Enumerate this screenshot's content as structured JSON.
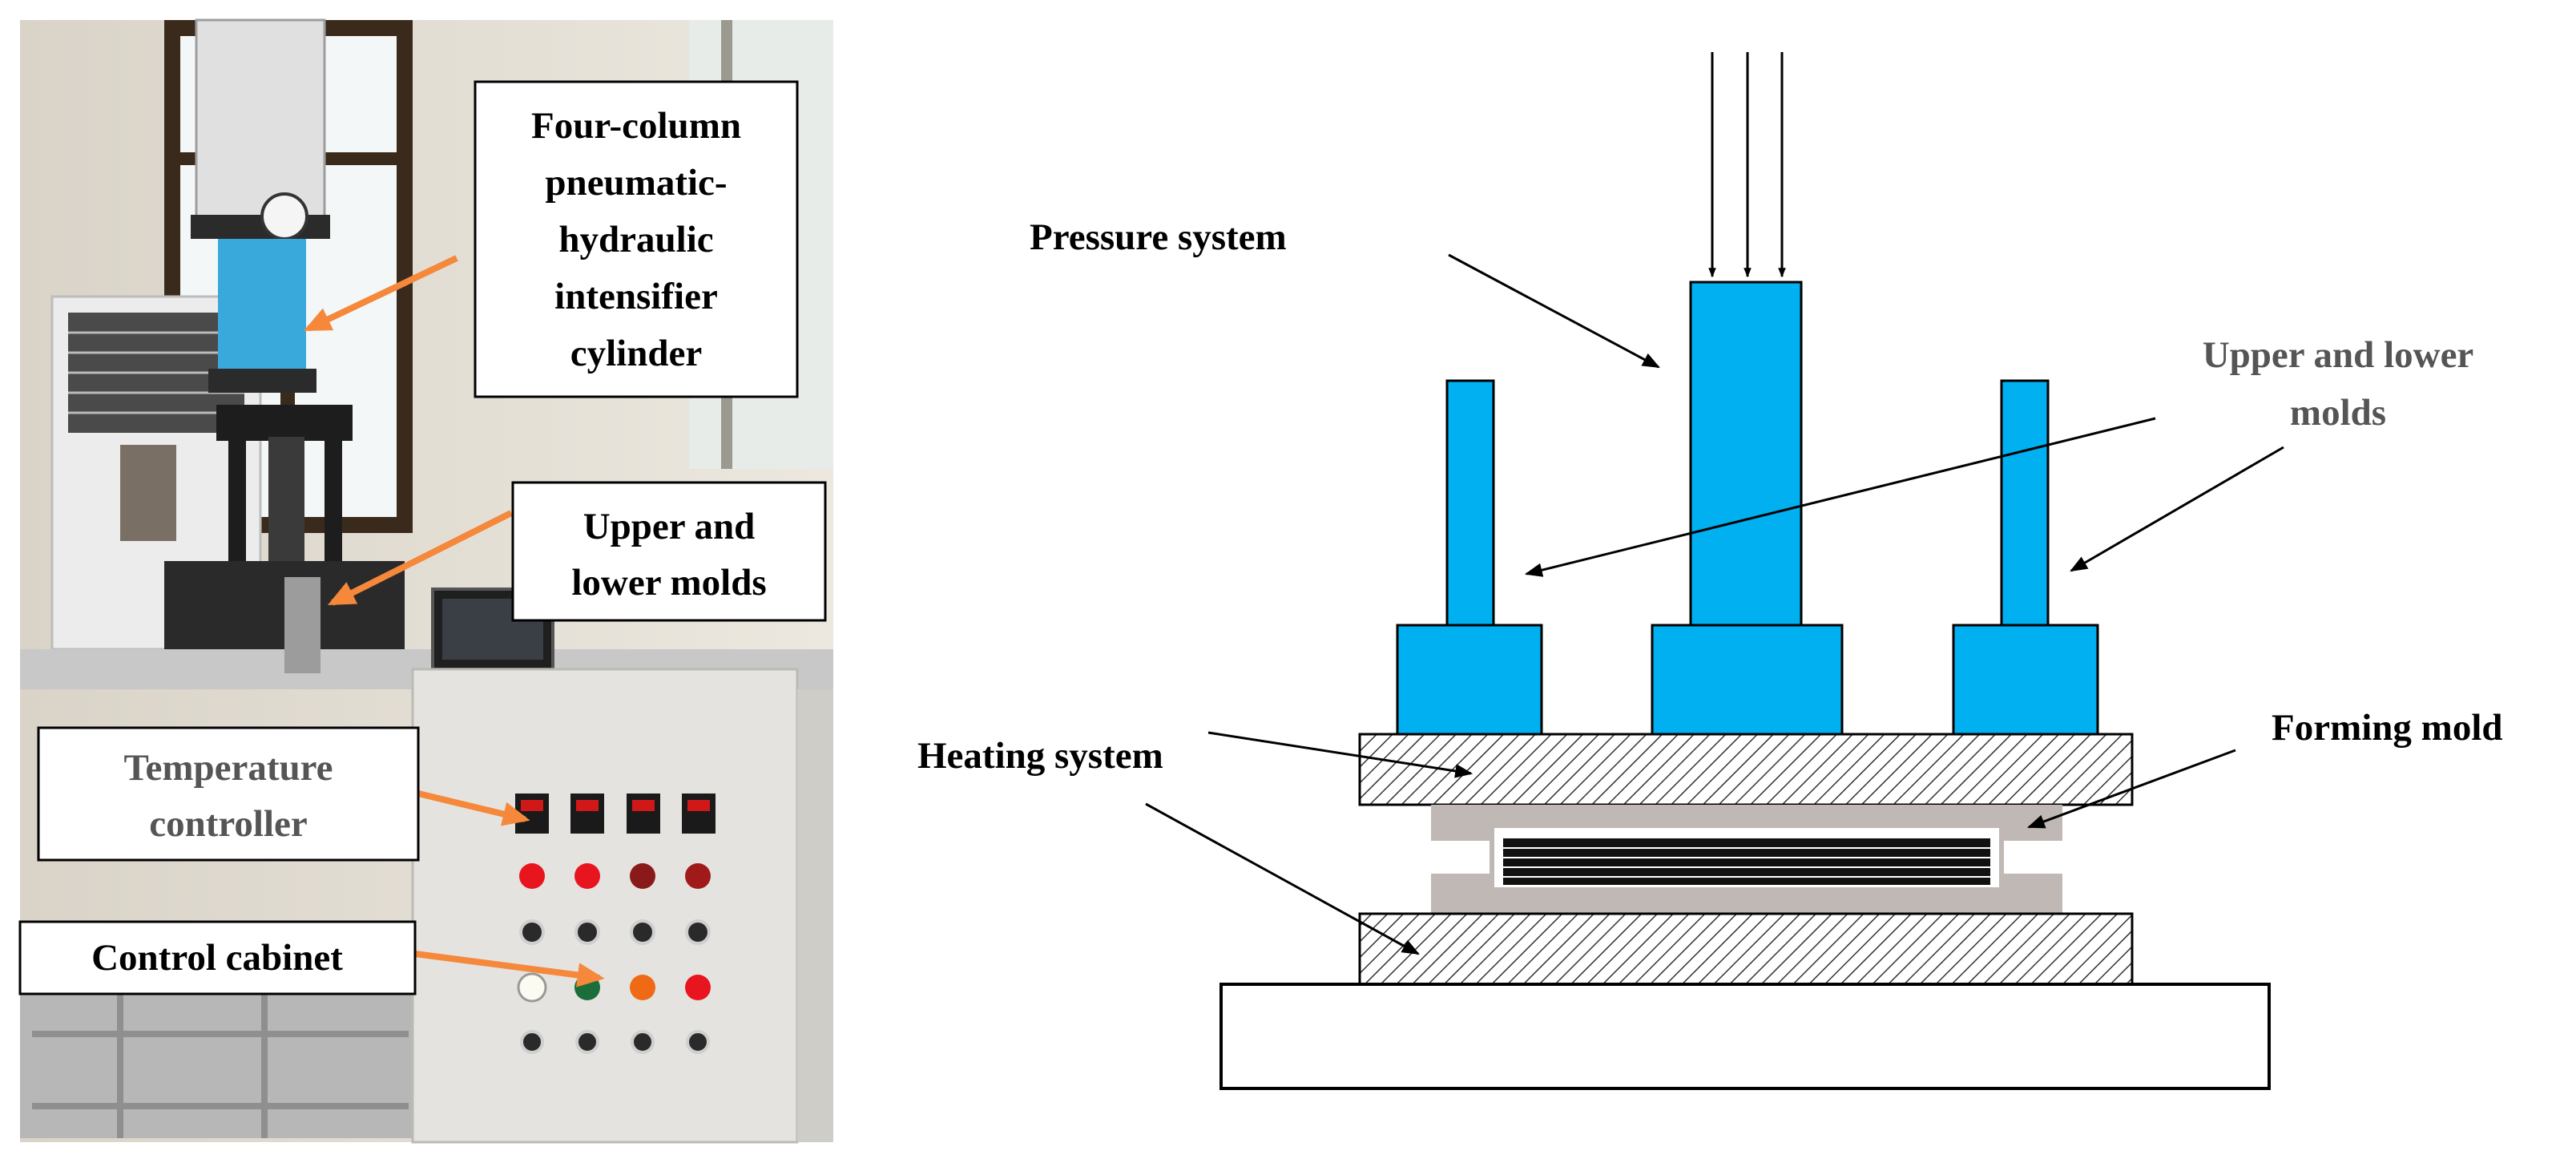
{
  "photo_panel": {
    "labels": {
      "cylinder": [
        "Four-column",
        "pneumatic-",
        "hydraulic",
        "intensifier",
        "cylinder"
      ],
      "molds": [
        "Upper and",
        "lower molds"
      ],
      "temperature": [
        "Temperature",
        "controller"
      ],
      "cabinet": [
        "Control cabinet"
      ]
    },
    "colors": {
      "callout_arrow": "#f5883a",
      "indicator_red": "#e8141e",
      "indicator_orange": "#f06a16",
      "indicator_green": "#1b6e3a"
    }
  },
  "schematic_panel": {
    "labels": {
      "pressure": [
        "Pressure system"
      ],
      "molds": [
        "Upper and lower",
        "molds"
      ],
      "forming": [
        "Forming mold"
      ],
      "heating": [
        "Heating system"
      ]
    },
    "colors": {
      "press_blue": "#00b0f0",
      "mold_grey": "#bfb8b5",
      "outline": "#000000"
    }
  }
}
